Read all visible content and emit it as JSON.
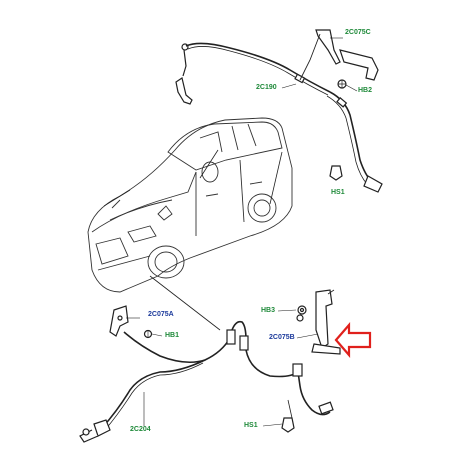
{
  "colors": {
    "label_green": "#1f8a3a",
    "label_blue": "#1d3b9c",
    "arrow_red": "#e0201c",
    "line": "#222222",
    "car_line": "#333333"
  },
  "icons": {
    "indicator_arrow": "red-outline-arrow-left",
    "fasteners": [
      "bolt",
      "clip",
      "bracket"
    ]
  },
  "labels": {
    "l_2c075c": "2C075C",
    "l_2c190": "2C190",
    "l_hb2": "HB2",
    "l_hs1_top": "HS1",
    "l_2c075a": "2C075A",
    "l_hb1": "HB1",
    "l_hb3": "HB3",
    "l_2c075b": "2C075B",
    "l_2c204": "2C204",
    "l_hs1_bottom": "HS1"
  }
}
